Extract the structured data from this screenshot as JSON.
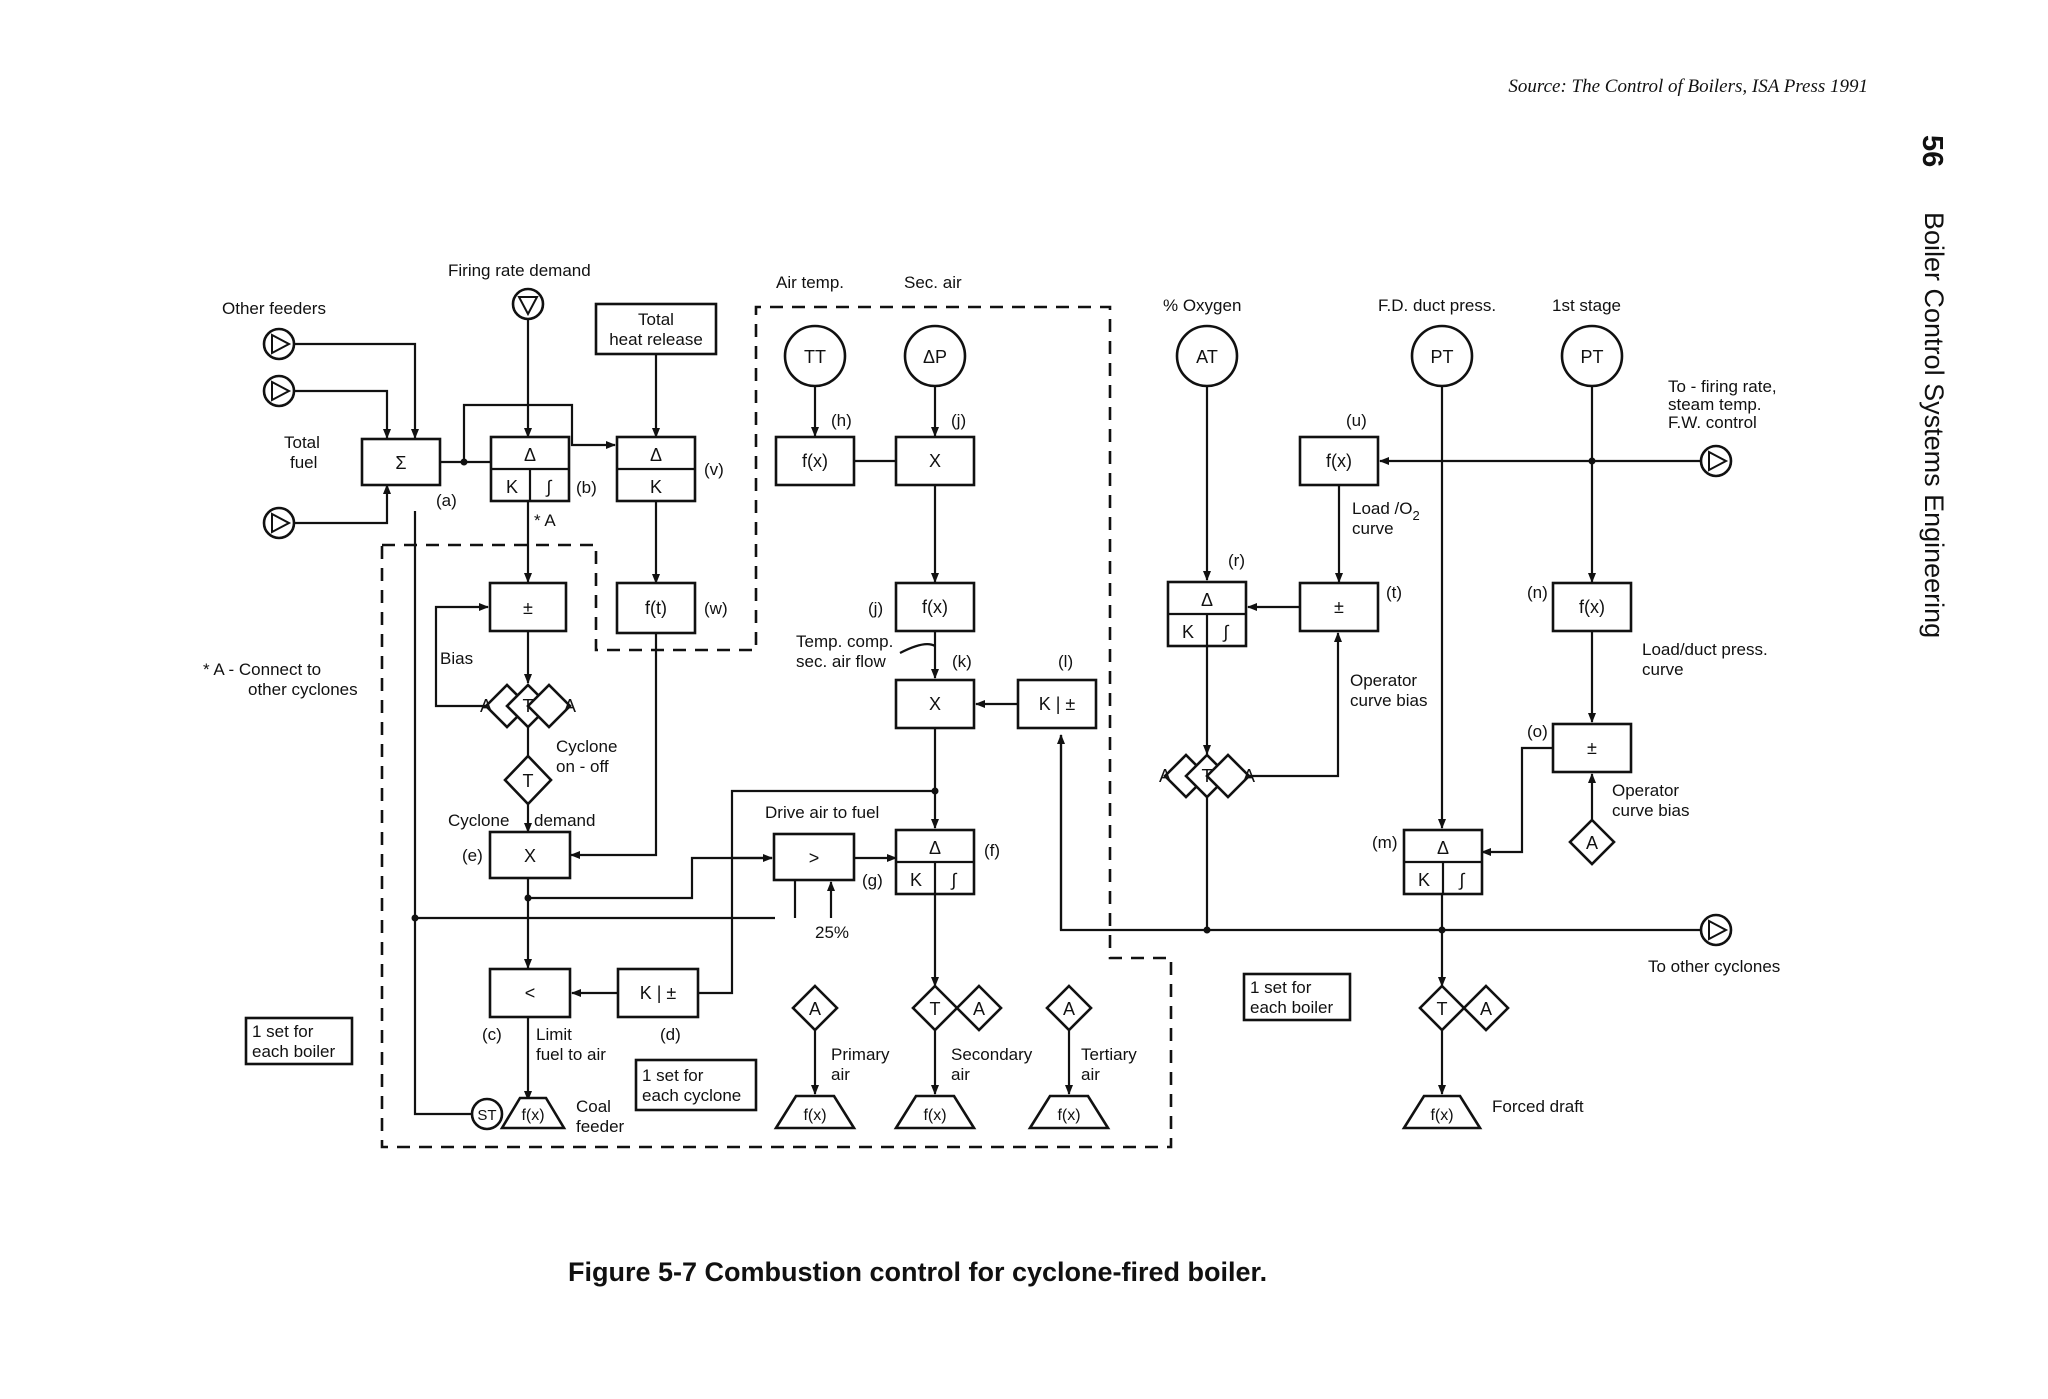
{
  "source": "Source: The Control of Boilers, ISA Press 1991",
  "side": {
    "page_number": "56",
    "title": "Boiler Control Systems Engineering"
  },
  "caption": "Figure 5-7 Combustion control for cyclone-fired boiler.",
  "labels": {
    "other_feeders": "Other feeders",
    "total_fuel_1": "Total",
    "total_fuel_2": "fuel",
    "firing_rate_demand": "Firing rate demand",
    "total_heat_release_1": "Total",
    "total_heat_release_2": "heat release",
    "air_temp": "Air temp.",
    "sec_air": "Sec. air",
    "pct_oxygen": "% Oxygen",
    "fd_duct_press": "F.D. duct press.",
    "first_stage": "1st stage",
    "to_firing_1": "To - firing rate,",
    "to_firing_2": "steam temp.",
    "to_firing_3": "F.W. control",
    "connect_1": "* A - Connect to",
    "connect_2": "other cyclones",
    "star_a": "* A",
    "bias": "Bias",
    "cyclone_onoff_1": "Cyclone",
    "cyclone_onoff_2": "on - off",
    "cyclone_demand_1": "Cyclone",
    "cyclone_demand_2": "demand",
    "temp_comp_1": "Temp. comp.",
    "temp_comp_2": "sec. air flow",
    "drive_air": "Drive air to fuel",
    "pct25": "25%",
    "load_o2_1": "Load /O",
    "load_o2_sub": "2",
    "load_o2_2": "curve",
    "op_bias_1": "Operator",
    "op_bias_2": "curve bias",
    "load_duct_1": "Load/duct press.",
    "load_duct_2": "curve",
    "op_bias_n_1": "Operator",
    "op_bias_n_2": "curve bias",
    "to_other_cyclones": "To other cyclones",
    "set_boiler_l_1": "1 set for",
    "set_boiler_l_2": "each boiler",
    "set_boiler_r_1": "1 set for",
    "set_boiler_r_2": "each boiler",
    "set_cyclone_1": "1 set for",
    "set_cyclone_2": "each cyclone",
    "limit_1": "Limit",
    "limit_2": "fuel to air",
    "coal_1": "Coal",
    "coal_2": "feeder",
    "primary_1": "Primary",
    "primary_2": "air",
    "secondary_1": "Secondary",
    "secondary_2": "air",
    "tertiary_1": "Tertiary",
    "tertiary_2": "air",
    "forced_draft": "Forced draft"
  },
  "tags": {
    "a": "(a)",
    "b": "(b)",
    "c": "(c)",
    "d": "(d)",
    "e": "(e)",
    "f": "(f)",
    "g": "(g)",
    "h": "(h)",
    "j1": "(j)",
    "j2": "(j)",
    "k": "(k)",
    "l": "(l)",
    "m": "(m)",
    "n": "(n)",
    "o": "(o)",
    "r": "(r)",
    "t": "(t)",
    "u": "(u)",
    "v": "(v)",
    "w": "(w)"
  },
  "symbols": {
    "sigma": "Σ",
    "delta": "Δ",
    "k": "K",
    "integral": "∫",
    "plusminus": "±",
    "times": "X",
    "less": "<",
    "greater": ">",
    "fx": "f(x)",
    "ft": "f(t)",
    "A": "A",
    "T": "T",
    "ST": "ST"
  },
  "transmitters": {
    "tt": "TT",
    "dp": "ΔP",
    "at": "AT",
    "pt1": "PT",
    "pt2": "PT"
  }
}
